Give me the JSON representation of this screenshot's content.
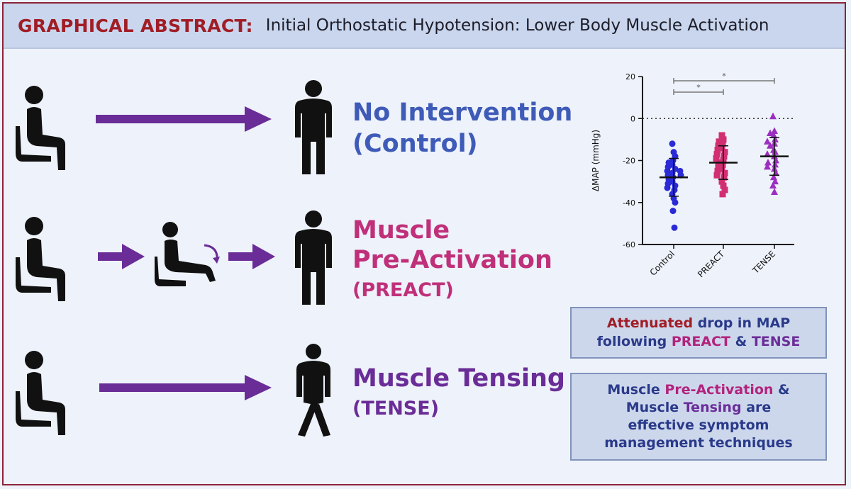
{
  "header": {
    "label": "GRAPHICAL ABSTRACT:",
    "title": "Initial Orthostatic Hypotension: Lower Body Muscle Activation"
  },
  "rows": [
    {
      "line1": "No Intervention",
      "line2": "(Control)",
      "color": "#3f5bb8"
    },
    {
      "line1": "Muscle",
      "line2": "Pre-Activation",
      "line3": "(PREACT)",
      "color": "#c0307a"
    },
    {
      "line1": "Muscle Tensing",
      "line2": "(TENSE)",
      "color": "#6a2d97"
    }
  ],
  "chart_data": {
    "type": "scatter",
    "ylabel": "ΔMAP (mmHg)",
    "xlabel": "",
    "categories": [
      "Control",
      "PREACT",
      "TENSE"
    ],
    "ylim": [
      -60,
      20
    ],
    "yticks": [
      "20",
      "0",
      "-20",
      "-40",
      "-60"
    ],
    "reference_line": 0,
    "significance": [
      {
        "from": "Control",
        "to": "PREACT",
        "label": "*"
      },
      {
        "from": "Control",
        "to": "TENSE",
        "label": "*"
      }
    ],
    "series": [
      {
        "category": "Control",
        "marker": "circle",
        "color": "#2a2ad6",
        "mean": -28,
        "sd": 9,
        "values": [
          -12,
          -16,
          -18,
          -20,
          -21,
          -22,
          -23,
          -24,
          -25,
          -25,
          -26,
          -27,
          -27,
          -28,
          -29,
          -30,
          -31,
          -32,
          -33,
          -34,
          -36,
          -38,
          -40,
          -44,
          -52
        ]
      },
      {
        "category": "PREACT",
        "marker": "square",
        "color": "#d22e72",
        "mean": -21,
        "sd": 8,
        "values": [
          -8,
          -10,
          -11,
          -12,
          -13,
          -14,
          -15,
          -16,
          -17,
          -18,
          -19,
          -20,
          -21,
          -22,
          -23,
          -24,
          -25,
          -26,
          -27,
          -28,
          -30,
          -32,
          -34,
          -36
        ]
      },
      {
        "category": "TENSE",
        "marker": "triangle",
        "color": "#9c2ec0",
        "mean": -18,
        "sd": 9,
        "values": [
          1,
          -6,
          -7,
          -8,
          -10,
          -11,
          -12,
          -13,
          -15,
          -16,
          -17,
          -18,
          -20,
          -21,
          -22,
          -23,
          -24,
          -26,
          -28,
          -30,
          -32,
          -35
        ]
      }
    ]
  },
  "boxes": {
    "box1": {
      "w1": "Attenuated",
      "w2": "drop in MAP",
      "w3": "following",
      "w4": "PREACT",
      "w5": "&",
      "w6": "TENSE"
    },
    "box2": {
      "w1": "Muscle",
      "w2": "Pre-Activation",
      "w3": "&",
      "w4": "Muscle",
      "w5": "Tensing",
      "w6": "are",
      "w7": "effective symptom",
      "w8": "management techniques"
    }
  }
}
